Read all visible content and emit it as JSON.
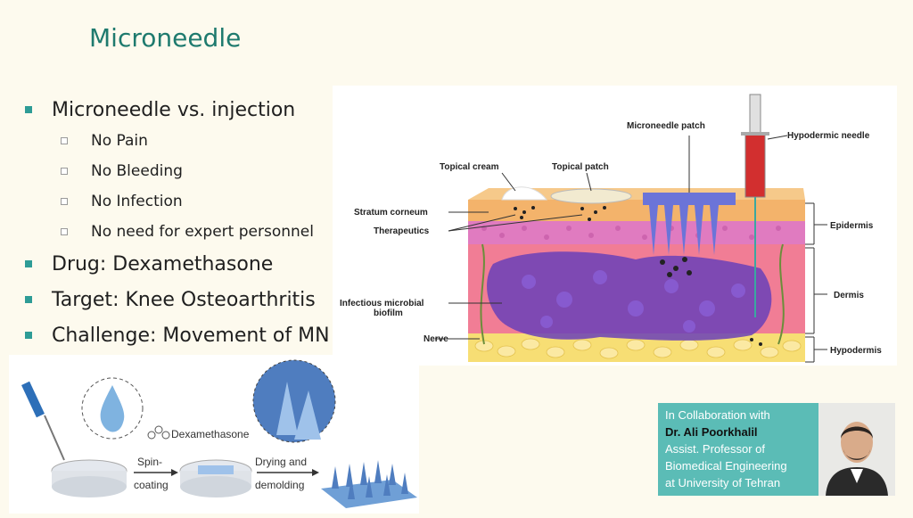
{
  "slide": {
    "title": "Microneedle",
    "bullets": [
      {
        "text": "Microneedle vs. injection",
        "sub": [
          "No Pain",
          "No Bleeding",
          "No Infection",
          "No need for expert personnel"
        ]
      },
      {
        "text": "Drug: Dexamethasone"
      },
      {
        "text": "Target: Knee Osteoarthritis"
      },
      {
        "text": "Challenge: Movement of MN"
      }
    ]
  },
  "skin_figure": {
    "labels": {
      "microneedle_patch": "Microneedle patch",
      "hypodermic_needle": "Hypodermic needle",
      "topical_cream": "Topical cream",
      "topical_patch": "Topical patch",
      "stratum_corneum": "Stratum corneum",
      "therapeutics": "Therapeutics",
      "infectious_line1": "Infectious microbial",
      "infectious_line2": "biofilm",
      "nerve": "Nerve",
      "epidermis": "Epidermis",
      "dermis": "Dermis",
      "hypodermis": "Hypodermis"
    }
  },
  "process_figure": {
    "dexamethasone": "Dexamethasone",
    "spin_line1": "Spin-",
    "spin_line2": "coating",
    "dry_line1": "Drying and",
    "dry_line2": "demolding"
  },
  "collaboration": {
    "line1": "In Collaboration with",
    "name": "Dr. Ali Poorkhalil",
    "line3": "Assist. Professor of",
    "line4": "Biomedical Engineering",
    "line5": "at University of Tehran"
  },
  "colors": {
    "title": "#1e7a6e",
    "bullet": "#2e9c96",
    "panel": "#5bbcb6",
    "background": "#fdfaee"
  }
}
